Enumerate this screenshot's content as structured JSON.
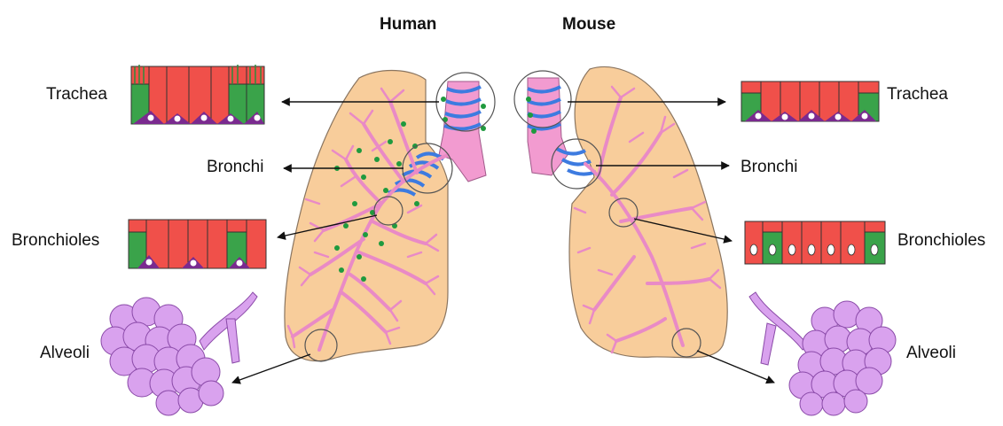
{
  "headers": {
    "left": "Human",
    "right": "Mouse"
  },
  "left_labels": {
    "trachea": "Trachea",
    "bronchi": "Bronchi",
    "bronchioles": "Bronchioles",
    "alveoli": "Alveoli"
  },
  "right_labels": {
    "trachea": "Trachea",
    "bronchi": "Bronchi",
    "bronchioles": "Bronchioles",
    "alveoli": "Alveoli"
  },
  "colors": {
    "lung_fill": "#f8cd9b",
    "airway": "#f29bd0",
    "cartilage": "#3d7be0",
    "cell_red": "#f0504a",
    "cell_green": "#3aa34a",
    "basal_purple": "#7a2a8f",
    "alveoli": "#d9a2ee",
    "gland_dot": "#1f9a3e"
  }
}
